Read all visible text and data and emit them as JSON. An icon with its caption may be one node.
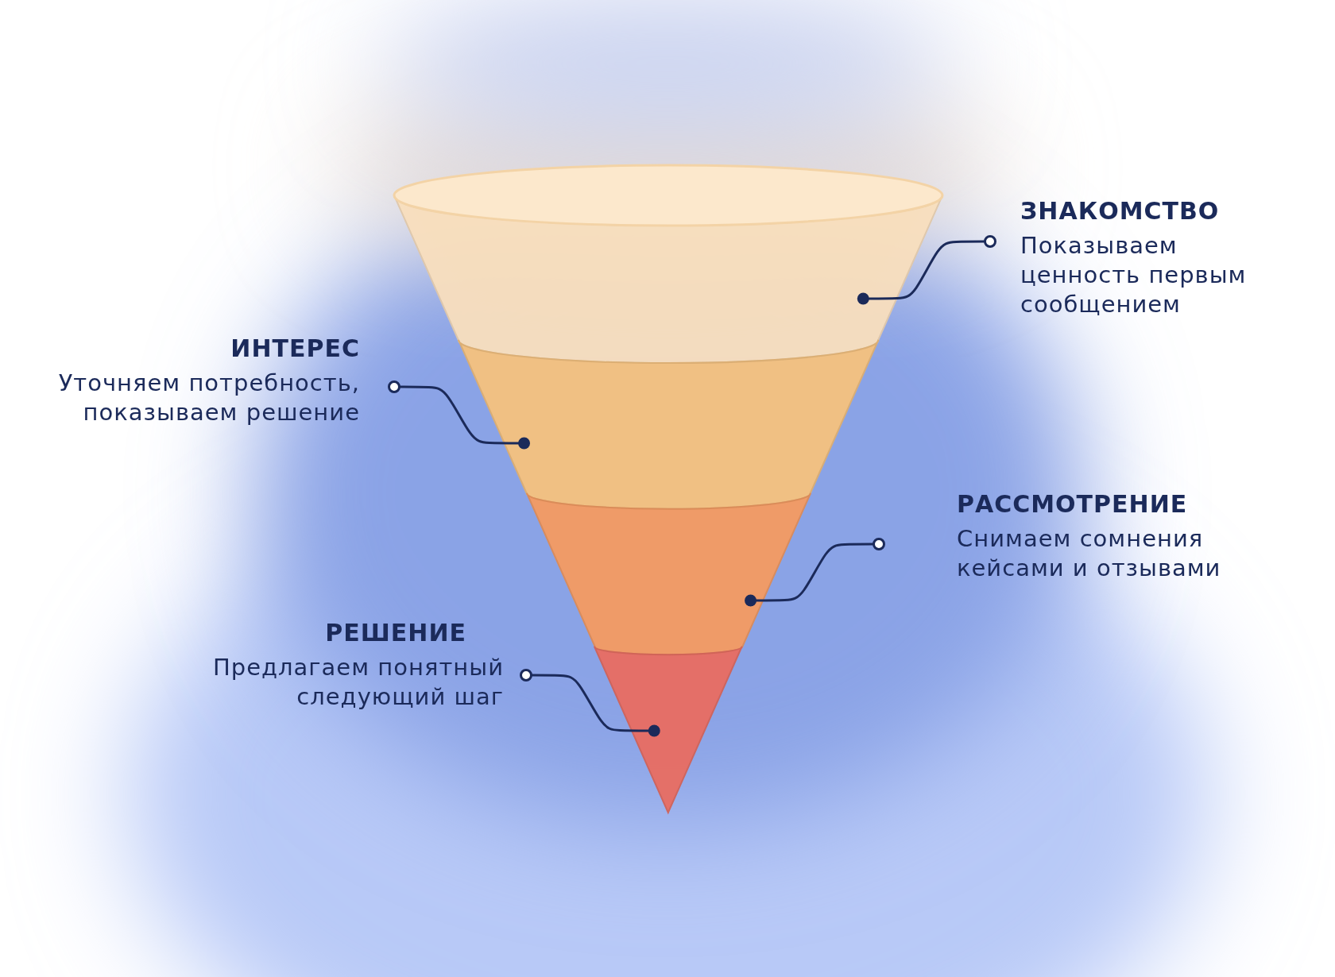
{
  "diagram": {
    "nodes": [
      {
        "text": [],
        "shape": "band"
      },
      {
        "text": [],
        "shape": "band"
      },
      {
        "text": [],
        "shape": "band"
      },
      {
        "text": [],
        "shape": "triangle"
      },
      {
        "text": [
          "ЗНАКОМСТВО",
          "Показываем ценность первым сообщением"
        ]
      },
      {
        "text": [
          "ИНТЕРЕС",
          "Уточняем потребность, показываем решение"
        ]
      },
      {
        "text": [
          "РАССМОТРЕНИЕ",
          "Снимаем сомнения кейсами и отзывами"
        ]
      },
      {
        "text": [
          "РЕШЕНИЕ",
          "Предлагаем понятный следующий шаг"
        ]
      }
    ],
    "edges": [
      {
        "from": 4,
        "to": 0,
        "arrow": "other"
      },
      {
        "from": 5,
        "to": 1,
        "arrow": "other"
      },
      {
        "from": 6,
        "to": 2,
        "arrow": "other"
      },
      {
        "from": 7,
        "to": 3,
        "arrow": "other"
      }
    ]
  }
}
